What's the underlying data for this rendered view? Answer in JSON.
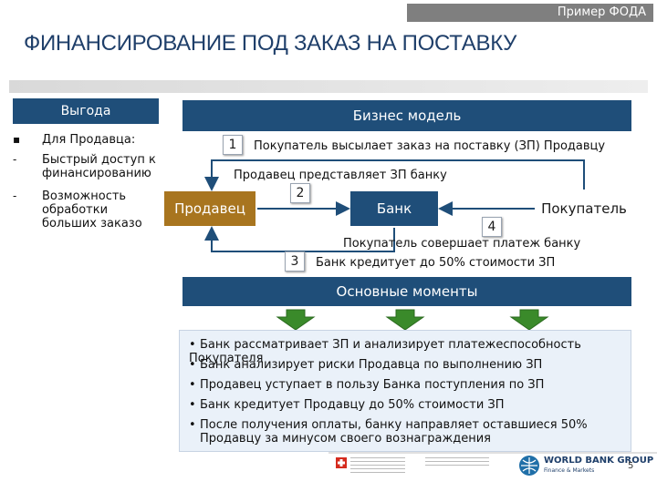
{
  "top_tag": "Пример ФОДА",
  "title": "ФИНАНСИРОВАНИЕ ПОД ЗАКАЗ НА ПОСТАВКУ",
  "benefits": {
    "header": "Выгода",
    "items": [
      {
        "marker": "▪",
        "text": "Для Продавца:"
      },
      {
        "marker": "-",
        "text": "Быстрый доступ к финансированию"
      },
      {
        "marker": "-",
        "text": "Возможность обработки больших заказо"
      }
    ]
  },
  "model": {
    "header": "Бизнес модель",
    "steps": [
      {
        "number": "1",
        "text": "Покупатель высылает заказ на поставку (ЗП) Продавцу"
      },
      {
        "number": "2",
        "text": "Продавец представляет ЗП банку"
      },
      {
        "number": "3",
        "text": "Банк кредитует до 50% стоимости ЗП"
      },
      {
        "number": "4",
        "text": "Покупатель совершает платеж банку"
      }
    ],
    "nodes": {
      "seller": "Продавец",
      "bank": "Банк",
      "buyer": "Покупатель"
    }
  },
  "key_points": {
    "header": "Основные моменты",
    "items": [
      "Банк рассматривает ЗП и анализирует платежеспособность Покупателя",
      "Банк анализирует риски Продавца по выполнению ЗП",
      "Продавец уступает в пользу Банка поступления по ЗП",
      "Банк кредитует Продавцу до 50% стоимости ЗП",
      "После получения оплаты, банку направляет оставшиеся 50% Продавцу за минусом своего вознаграждения"
    ]
  },
  "footer": {
    "logo_main": "WORLD BANK GROUP",
    "logo_sub": "Finance & Markets",
    "page_number": "5"
  },
  "colors": {
    "navy": "#1f4e79",
    "seller": "#a8751f",
    "arrow_green": "#3a8a2a"
  }
}
